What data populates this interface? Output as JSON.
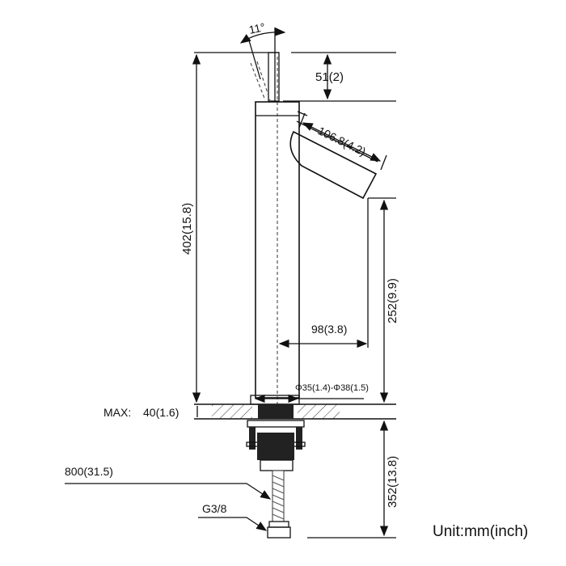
{
  "dimensions": {
    "angle": "11°",
    "handle_height": "51(2)",
    "spout_length": "106.8(4.2)",
    "total_height": "402(15.8)",
    "spout_height": "252(9.9)",
    "spout_reach": "98(3.8)",
    "hole_diameter": "Φ35(1.4)-Φ38(1.5)",
    "max_deck_label": "MAX:",
    "max_deck_value": "40(1.6)",
    "below_deck": "352(13.8)",
    "hose_length": "800(31.5)",
    "thread": "G3/8"
  },
  "unit": "Unit:mm(inch)"
}
